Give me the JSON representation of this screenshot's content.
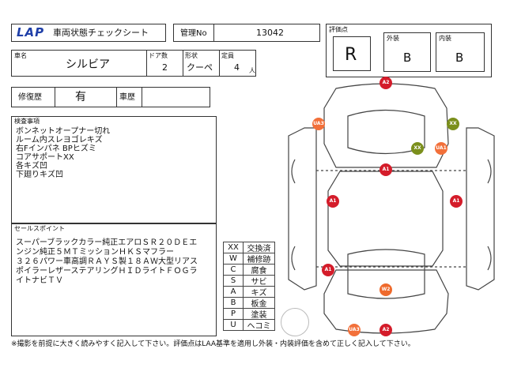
{
  "header": {
    "logo": "LAP",
    "title": "車両状態チェックシート",
    "mgmt_label": "管理No",
    "mgmt_value": "13042"
  },
  "grade": {
    "overall_label": "評価点",
    "overall_value": "R",
    "exterior_label": "外装",
    "exterior_value": "B",
    "interior_label": "内装",
    "interior_value": "B"
  },
  "vehicle": {
    "name_label": "車名",
    "name_value": "シルビア",
    "doors_label": "ドア数",
    "doors_value": "2",
    "shape_label": "形状",
    "shape_value": "クーペ",
    "capacity_label": "定員",
    "capacity_value": "4",
    "capacity_unit": "人"
  },
  "history": {
    "repair_label": "修復歴",
    "repair_value": "有",
    "chassis_label": "車歴",
    "chassis_value": ""
  },
  "inspection": {
    "label": "検査事項",
    "lines": [
      "ボンネットオープナー切れ",
      "ルーム内スレヨゴレキズ",
      "右Fインパネ BPヒズミ",
      "コアサポートXX",
      "各キズ凹",
      "下廻りキズ凹"
    ]
  },
  "sales": {
    "label": "セールスポイント",
    "lines": [
      "スーパーブラックカラー純正エアロＳＲ２０ＤＥエ",
      "ンジン純正５ＭＴミッションＨＫＳマフラー",
      "３２６パワー車高調ＲＡＹＳ製１８ＡＷ大型リアス",
      "ポイラーレザーステアリングＨＩＤライトＦＯＧラ",
      "イトナビＴＶ"
    ]
  },
  "legend": [
    {
      "code": "XX",
      "meaning": "交換済"
    },
    {
      "code": "W",
      "meaning": "補修跡"
    },
    {
      "code": "C",
      "meaning": "腐食"
    },
    {
      "code": "S",
      "meaning": "サビ"
    },
    {
      "code": "A",
      "meaning": "キズ"
    },
    {
      "code": "B",
      "meaning": "板金"
    },
    {
      "code": "P",
      "meaning": "塗装"
    },
    {
      "code": "U",
      "meaning": "ヘコミ"
    }
  ],
  "markers": [
    {
      "label": "A2",
      "color": "#d41c2a"
    },
    {
      "label": "UA3",
      "color": "#f2703a"
    },
    {
      "label": "XX",
      "color": "#7b8f1c"
    },
    {
      "label": "XX",
      "color": "#7b8f1c"
    },
    {
      "label": "UA1",
      "color": "#f2703a"
    },
    {
      "label": "A1",
      "color": "#d41c2a"
    },
    {
      "label": "A1",
      "color": "#d41c2a"
    },
    {
      "label": "A1",
      "color": "#d41c2a"
    },
    {
      "label": "A1",
      "color": "#d41c2a"
    },
    {
      "label": "W2",
      "color": "#ef6a2c"
    },
    {
      "label": "UA3",
      "color": "#f2703a"
    },
    {
      "label": "A2",
      "color": "#d41c2a"
    }
  ],
  "footer": "※撮影を前提に大きく読みやすく記入して下さい。評価点はLAA基準を適用し外装・内装評価を含めて正しく記入して下さい。"
}
